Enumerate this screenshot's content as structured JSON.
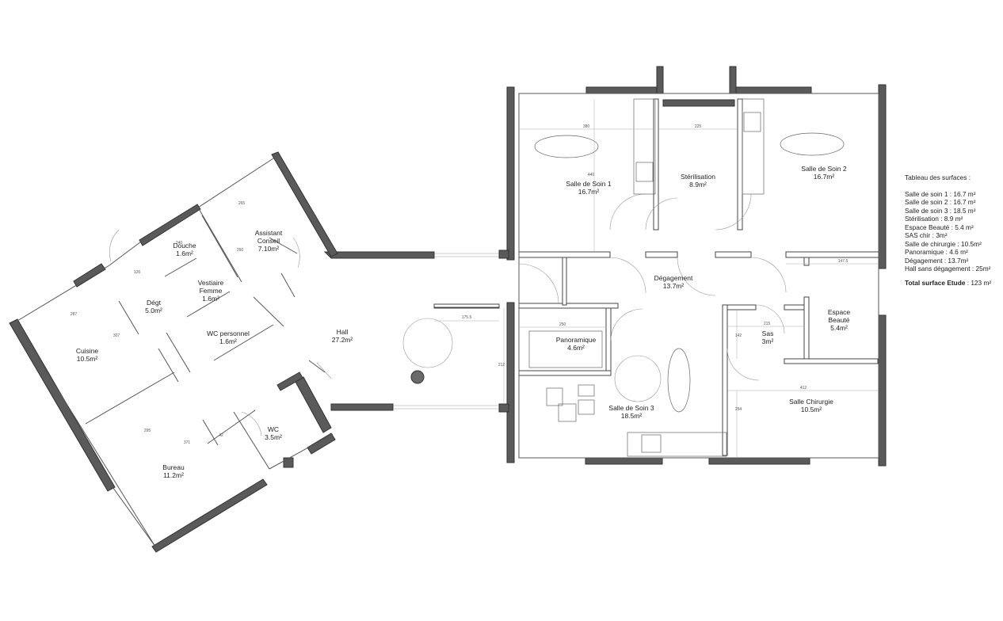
{
  "rooms": [
    {
      "name": "Salle de Soin 1",
      "area": "16.7m²"
    },
    {
      "name": "Stérilisation",
      "area": "8.9m²"
    },
    {
      "name": "Salle de Soin 2",
      "area": "16.7m²"
    },
    {
      "name": "Dégagement",
      "area": "13.7m²"
    },
    {
      "name": "Panoramique",
      "area": "4.6m²"
    },
    {
      "name": "Salle de Soin 3",
      "area": "18.5m²"
    },
    {
      "name": "Sas",
      "area": "3m²"
    },
    {
      "name": "Espace Beauté",
      "area": "5.4m²"
    },
    {
      "name": "Salle Chirurgie",
      "area": "10.5m²"
    },
    {
      "name": "Hall",
      "area": "27.2m²"
    },
    {
      "name": "Douche",
      "area": "1.6m²"
    },
    {
      "name": "Assistant Conseil",
      "area": "7.10m²"
    },
    {
      "name": "Vestiaire Femme",
      "area": "1.6m²"
    },
    {
      "name": "Dégt",
      "area": "5.0m²"
    },
    {
      "name": "WC personnel",
      "area": "1.6m²"
    },
    {
      "name": "Cuisine",
      "area": "10.5m²"
    },
    {
      "name": "WC",
      "area": "3.5m²"
    },
    {
      "name": "Bureau",
      "area": "11.2m²"
    }
  ],
  "dimensions": [
    "380",
    "225",
    "440",
    "147.5",
    "175.5",
    "250",
    "212",
    "215",
    "142",
    "412",
    "254",
    "265",
    "260",
    "240",
    "126",
    "287",
    "307",
    "295",
    "371",
    "42"
  ],
  "legend": {
    "title": "Tableau des surfaces :",
    "rows": [
      "Salle de soin 1 : 16.7 m²",
      "Salle de soin 2 : 16.7 m²",
      "Salle de soin 3 : 18.5 m²",
      "Stérilisation : 8.9 m²",
      "Espace Beauté : 5.4 m²",
      "SAS chir : 3m²",
      "Salle de chirurgie : 10.5m²",
      "Panoramique : 4.6 m²",
      "Dégagement : 13.7m²",
      "Hall sans dégagement : 25m²"
    ],
    "total_label": "Total surface Etude",
    "total_value": ": 123 m²"
  }
}
